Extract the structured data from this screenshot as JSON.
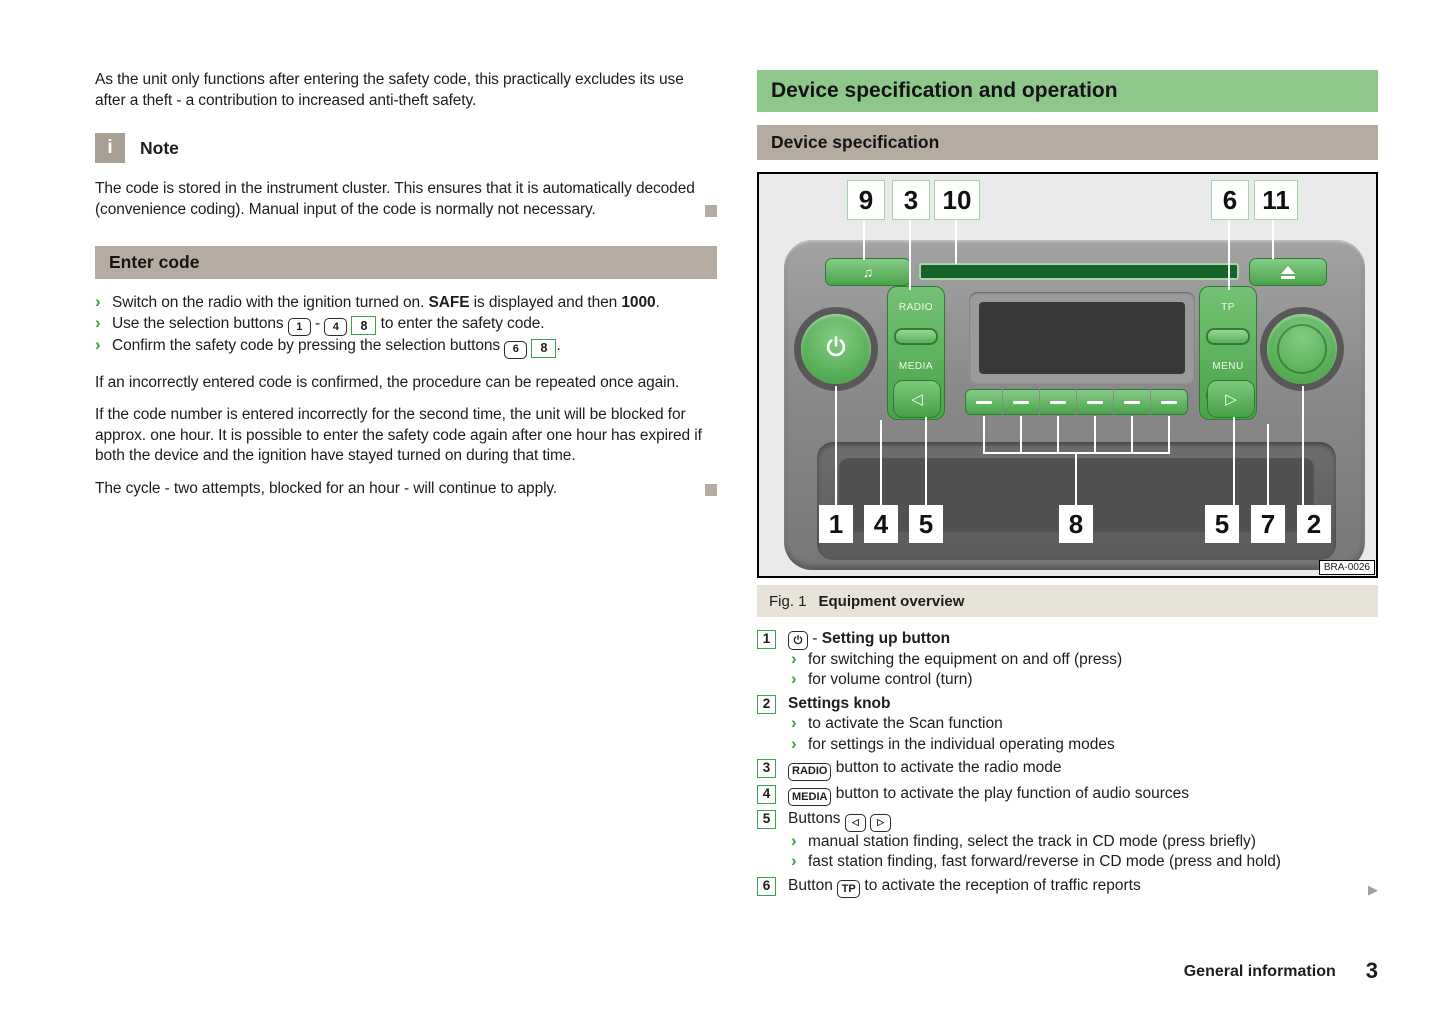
{
  "colors": {
    "chapter_green": "#8dc88a",
    "bar_gray": "#b5aba1",
    "caption_beige": "#e7e3d9",
    "accent_green": "#3aa546",
    "figure_button_green": "#49a449"
  },
  "left": {
    "intro": "As the unit only functions after entering the safety code, this practically excludes its use after a theft - a contribution to increased anti-theft safety.",
    "note_icon_glyph": "i",
    "note_title": "Note",
    "note_body": "The code is stored in the instrument cluster. This ensures that it is automatically decoded (convenience coding). Manual input of the code is normally not necessary.",
    "enter_code_title": "Enter code",
    "bullet1_pre": "Switch on the radio with the ignition turned on. ",
    "bullet1_bold1": "SAFE",
    "bullet1_mid": " is displayed and then ",
    "bullet1_bold2": "1000",
    "bullet1_post": ".",
    "bullet2_pre": "Use the selection buttons ",
    "bullet2_key1": "1",
    "bullet2_sep": " - ",
    "bullet2_key2": "4",
    "bullet2_ref": "8",
    "bullet2_post": " to enter the safety code.",
    "bullet3_pre": "Confirm the safety code by pressing the selection buttons ",
    "bullet3_key1": "6",
    "bullet3_ref": "8",
    "bullet3_post": ".",
    "para1": "If an incorrectly entered code is confirmed, the procedure can be repeated once again.",
    "para2": "If the code number is entered incorrectly for the second time, the unit will be blocked for approx. one hour. It is possible to enter the safety code again after one hour has expired if both the device and the ignition have stayed turned on during that time.",
    "para3": "The cycle - two attempts, blocked for an hour - will continue to apply."
  },
  "right": {
    "chapter_title": "Device specification and operation",
    "section_title": "Device specification",
    "figure": {
      "callout_9": "9",
      "callout_3": "3",
      "callout_10": "10",
      "callout_6": "6",
      "callout_11": "11",
      "callout_b1": "1",
      "callout_b4": "4",
      "callout_b5l": "5",
      "callout_b8": "8",
      "callout_b5r": "5",
      "callout_b7": "7",
      "callout_b2": "2",
      "label_radio": "RADIO",
      "label_media": "MEDIA",
      "label_tp": "TP",
      "label_menu": "MENU",
      "music_glyph": "♫",
      "arrow_left": "◁",
      "arrow_right": "▷",
      "image_code": "BRA-0026",
      "caption_fig": "Fig. 1",
      "caption_title": "Equipment overview"
    },
    "legend": {
      "i1_num": "1",
      "i1_dash": " - ",
      "i1_title": "Setting up button",
      "i1_sub1": "for switching the equipment on and off (press)",
      "i1_sub2": "for volume control (turn)",
      "i2_num": "2",
      "i2_title": "Settings knob",
      "i2_sub1": "to activate the Scan function",
      "i2_sub2": "for settings in the individual operating modes",
      "i3_num": "3",
      "i3_key": "RADIO",
      "i3_text": " button to activate the radio mode",
      "i4_num": "4",
      "i4_key": "MEDIA",
      "i4_text": " button to activate the play function of audio sources",
      "i5_num": "5",
      "i5_pre": "Buttons ",
      "i5_key1": "◁",
      "i5_key2": "▷",
      "i5_sub1": "manual station finding, select the track in CD mode (press briefly)",
      "i5_sub2": "fast station finding, fast forward/reverse in CD mode (press and hold)",
      "i6_num": "6",
      "i6_pre": "Button ",
      "i6_key": "TP",
      "i6_text": " to activate the reception of traffic reports"
    }
  },
  "footer": {
    "section": "General information",
    "page": "3"
  },
  "arrow_glyph": "›",
  "cont_arrow_glyph": "▶"
}
